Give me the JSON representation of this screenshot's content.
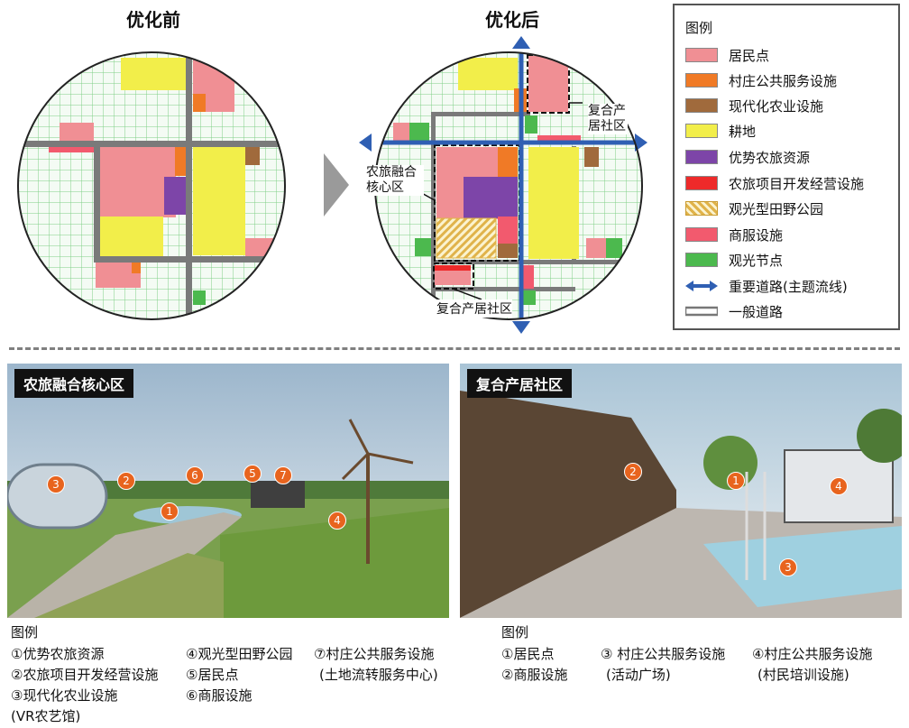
{
  "before": {
    "title": "优化前"
  },
  "after": {
    "title": "优化后",
    "labels": {
      "community_top": "复合产居社区",
      "community_bottom": "复合产居社区",
      "core": "农旅融合核心区"
    }
  },
  "legend": {
    "title": "图例",
    "items": [
      {
        "label": "居民点",
        "color": "#f08f94"
      },
      {
        "label": "村庄公共服务设施",
        "color": "#f07a26"
      },
      {
        "label": "现代化农业设施",
        "color": "#a06a3c"
      },
      {
        "label": "耕地",
        "color": "#f2ee4a"
      },
      {
        "label": "优势农旅资源",
        "color": "#7d45a8"
      },
      {
        "label": "农旅项目开发经营设施",
        "color": "#ee2a2a"
      },
      {
        "label": "观光型田野公园",
        "color": "hatch"
      },
      {
        "label": "商服设施",
        "color": "#f25a6e"
      },
      {
        "label": "观光节点",
        "color": "#4cb94e"
      },
      {
        "label": "重要道路(主题流线)",
        "color": "#2f5fb3"
      },
      {
        "label": "一般道路",
        "color": "#777777"
      }
    ]
  },
  "photos": {
    "left": {
      "label": "农旅融合核心区",
      "markers": [
        "1",
        "2",
        "3",
        "4",
        "5",
        "6",
        "7"
      ]
    },
    "right": {
      "label": "复合产居社区",
      "markers": [
        "1",
        "2",
        "3",
        "4"
      ]
    }
  },
  "bottom_left_legend": {
    "title": "图例",
    "items": [
      "①优势农旅资源",
      "②农旅项目开发经营设施",
      "③现代化农业设施",
      "(VR农艺馆)",
      "④观光型田野公园",
      "⑤居民点",
      "⑥商服设施",
      "⑦村庄公共服务设施",
      "(土地流转服务中心)"
    ]
  },
  "bottom_right_legend": {
    "title": "图例",
    "items": [
      "①居民点",
      "②商服设施",
      "③ 村庄公共服务设施",
      "(活动广场)",
      "④村庄公共服务设施",
      "(村民培训设施)"
    ]
  }
}
